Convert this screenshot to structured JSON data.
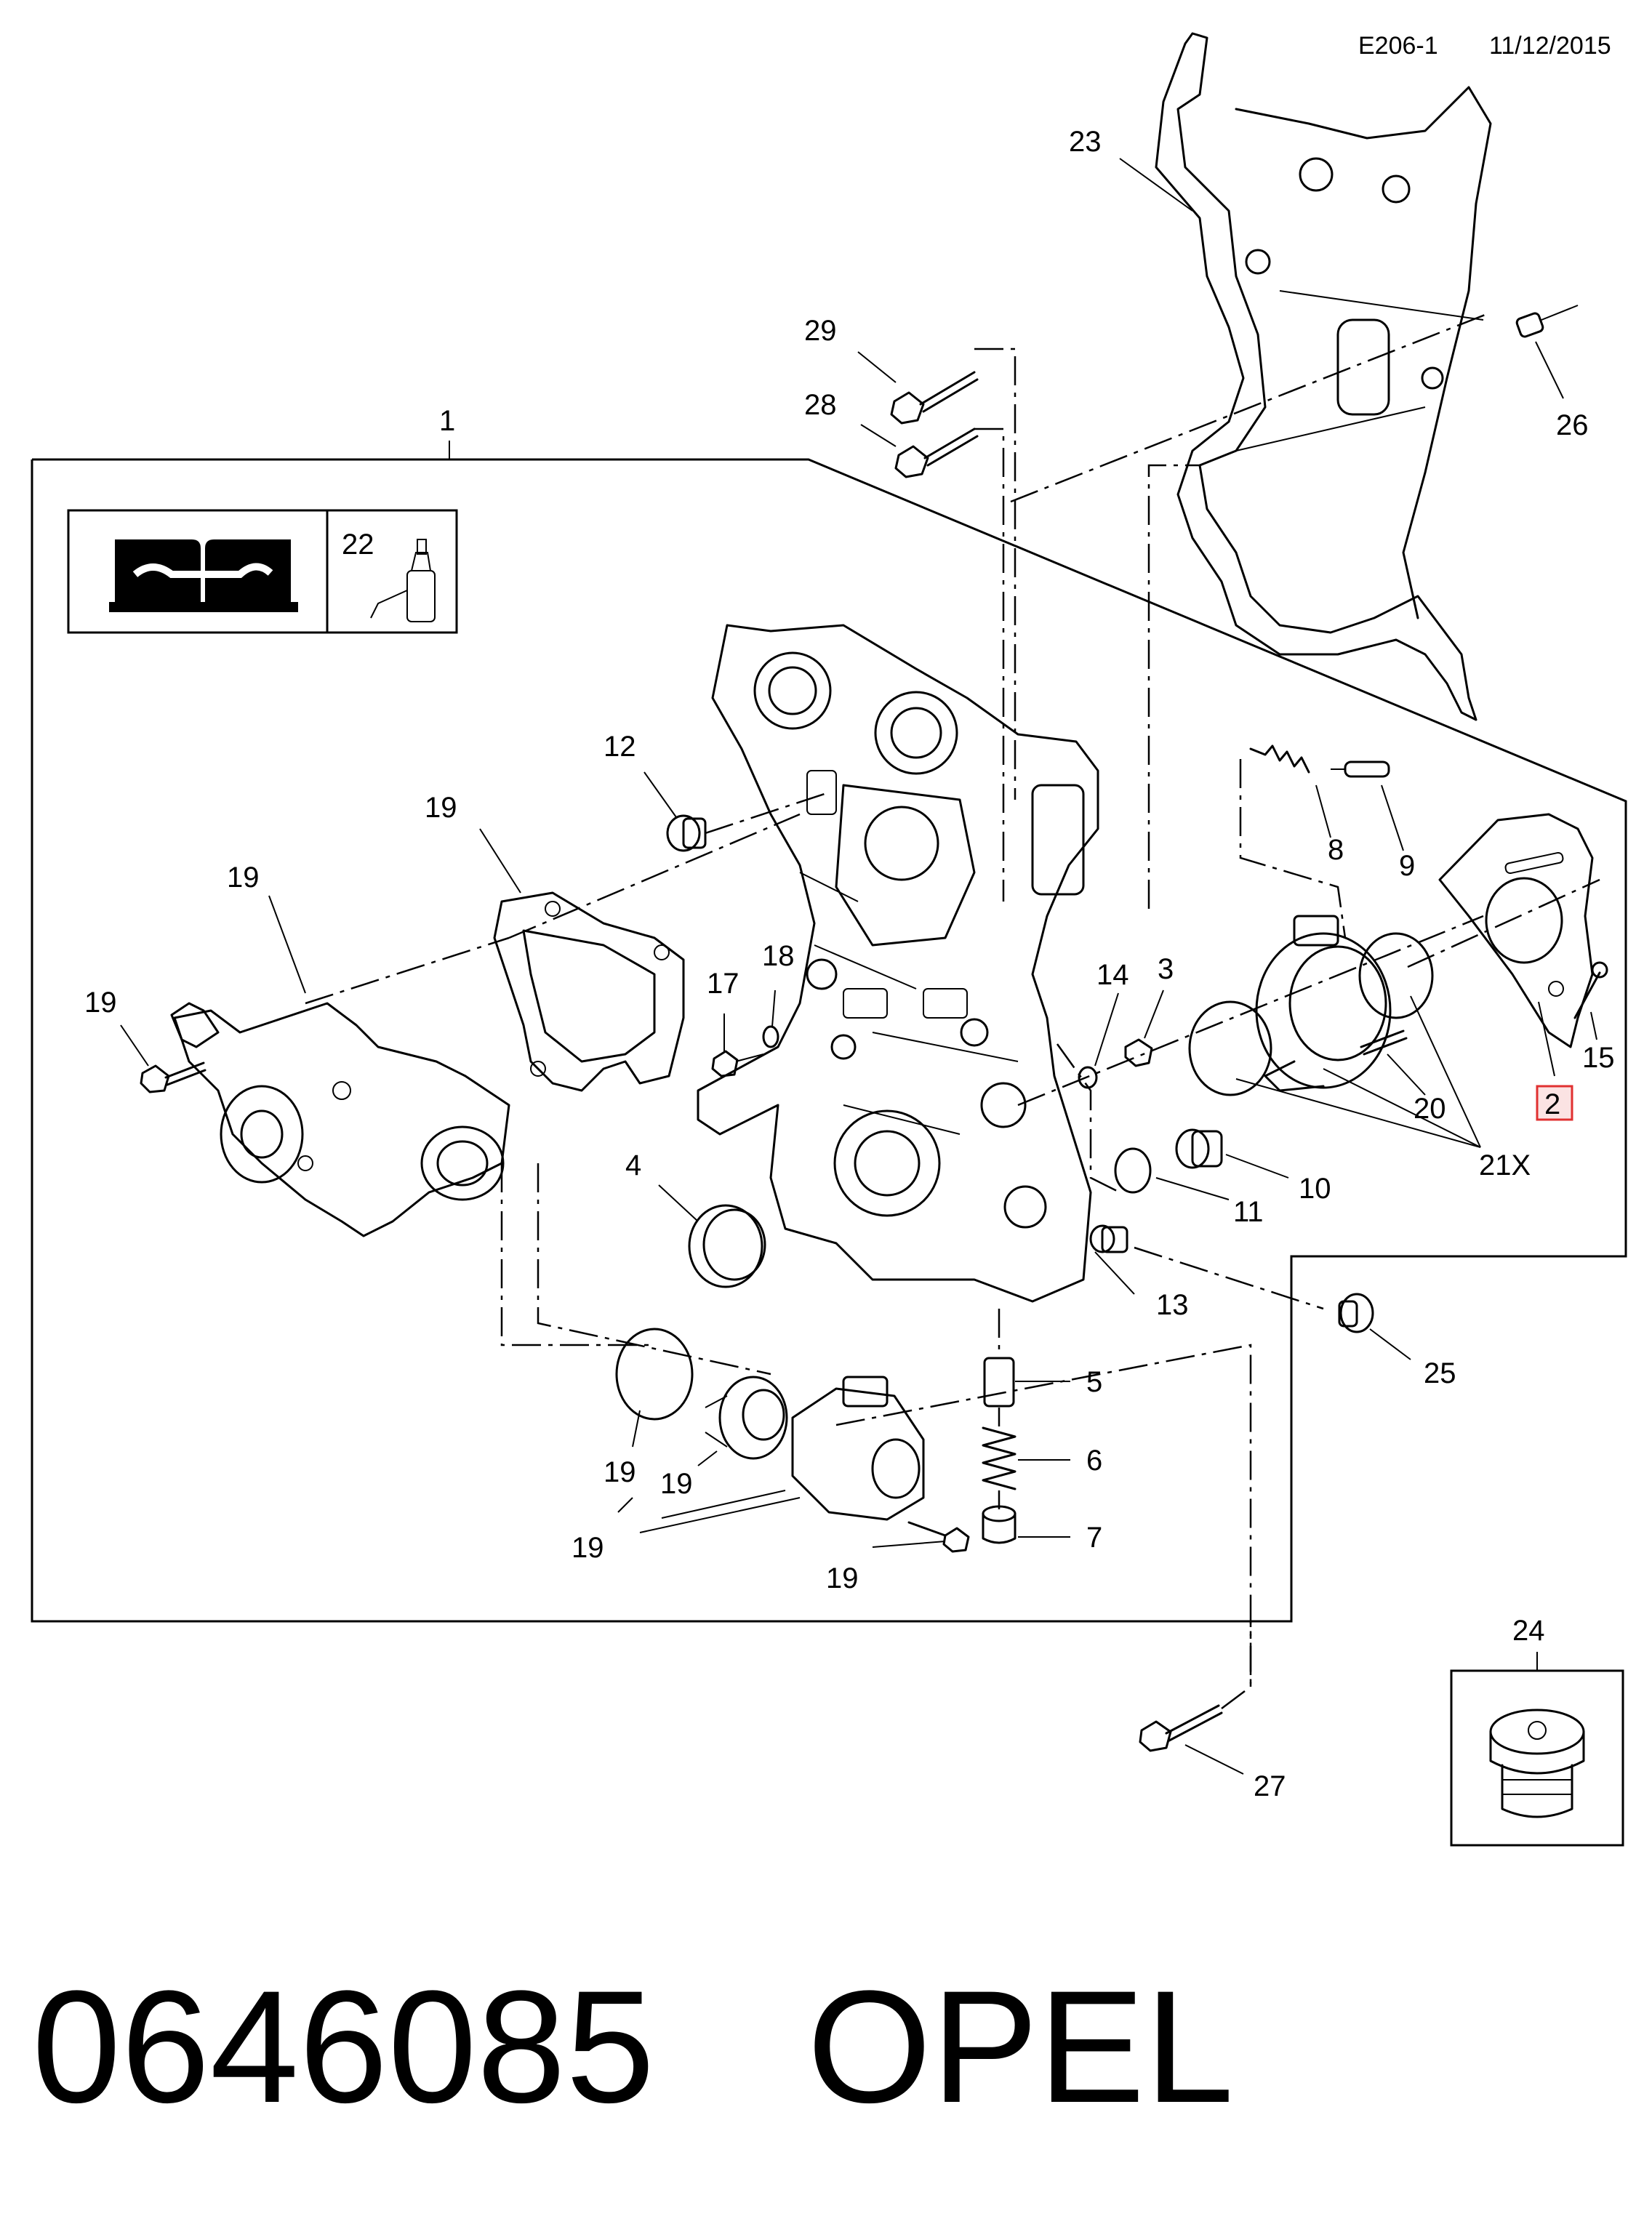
{
  "header": {
    "ref": "E206-1",
    "date": "11/12/2015"
  },
  "callouts": {
    "c1": "1",
    "c2": "2",
    "c3": "3",
    "c4": "4",
    "c5": "5",
    "c6": "6",
    "c7": "7",
    "c8": "8",
    "c9": "9",
    "c10": "10",
    "c11": "11",
    "c12": "12",
    "c13": "13",
    "c14": "14",
    "c15": "15",
    "c17": "17",
    "c18": "18",
    "c19": "19",
    "c20": "20",
    "c21x": "21X",
    "c22": "22",
    "c23": "23",
    "c24": "24",
    "c25": "25",
    "c26": "26",
    "c27": "27",
    "c28": "28",
    "c29": "29"
  },
  "highlight_color": "#e03030",
  "highlight_fill": "#fbe3e3",
  "footer": {
    "part_number": "0646085",
    "brand": "OPEL"
  }
}
